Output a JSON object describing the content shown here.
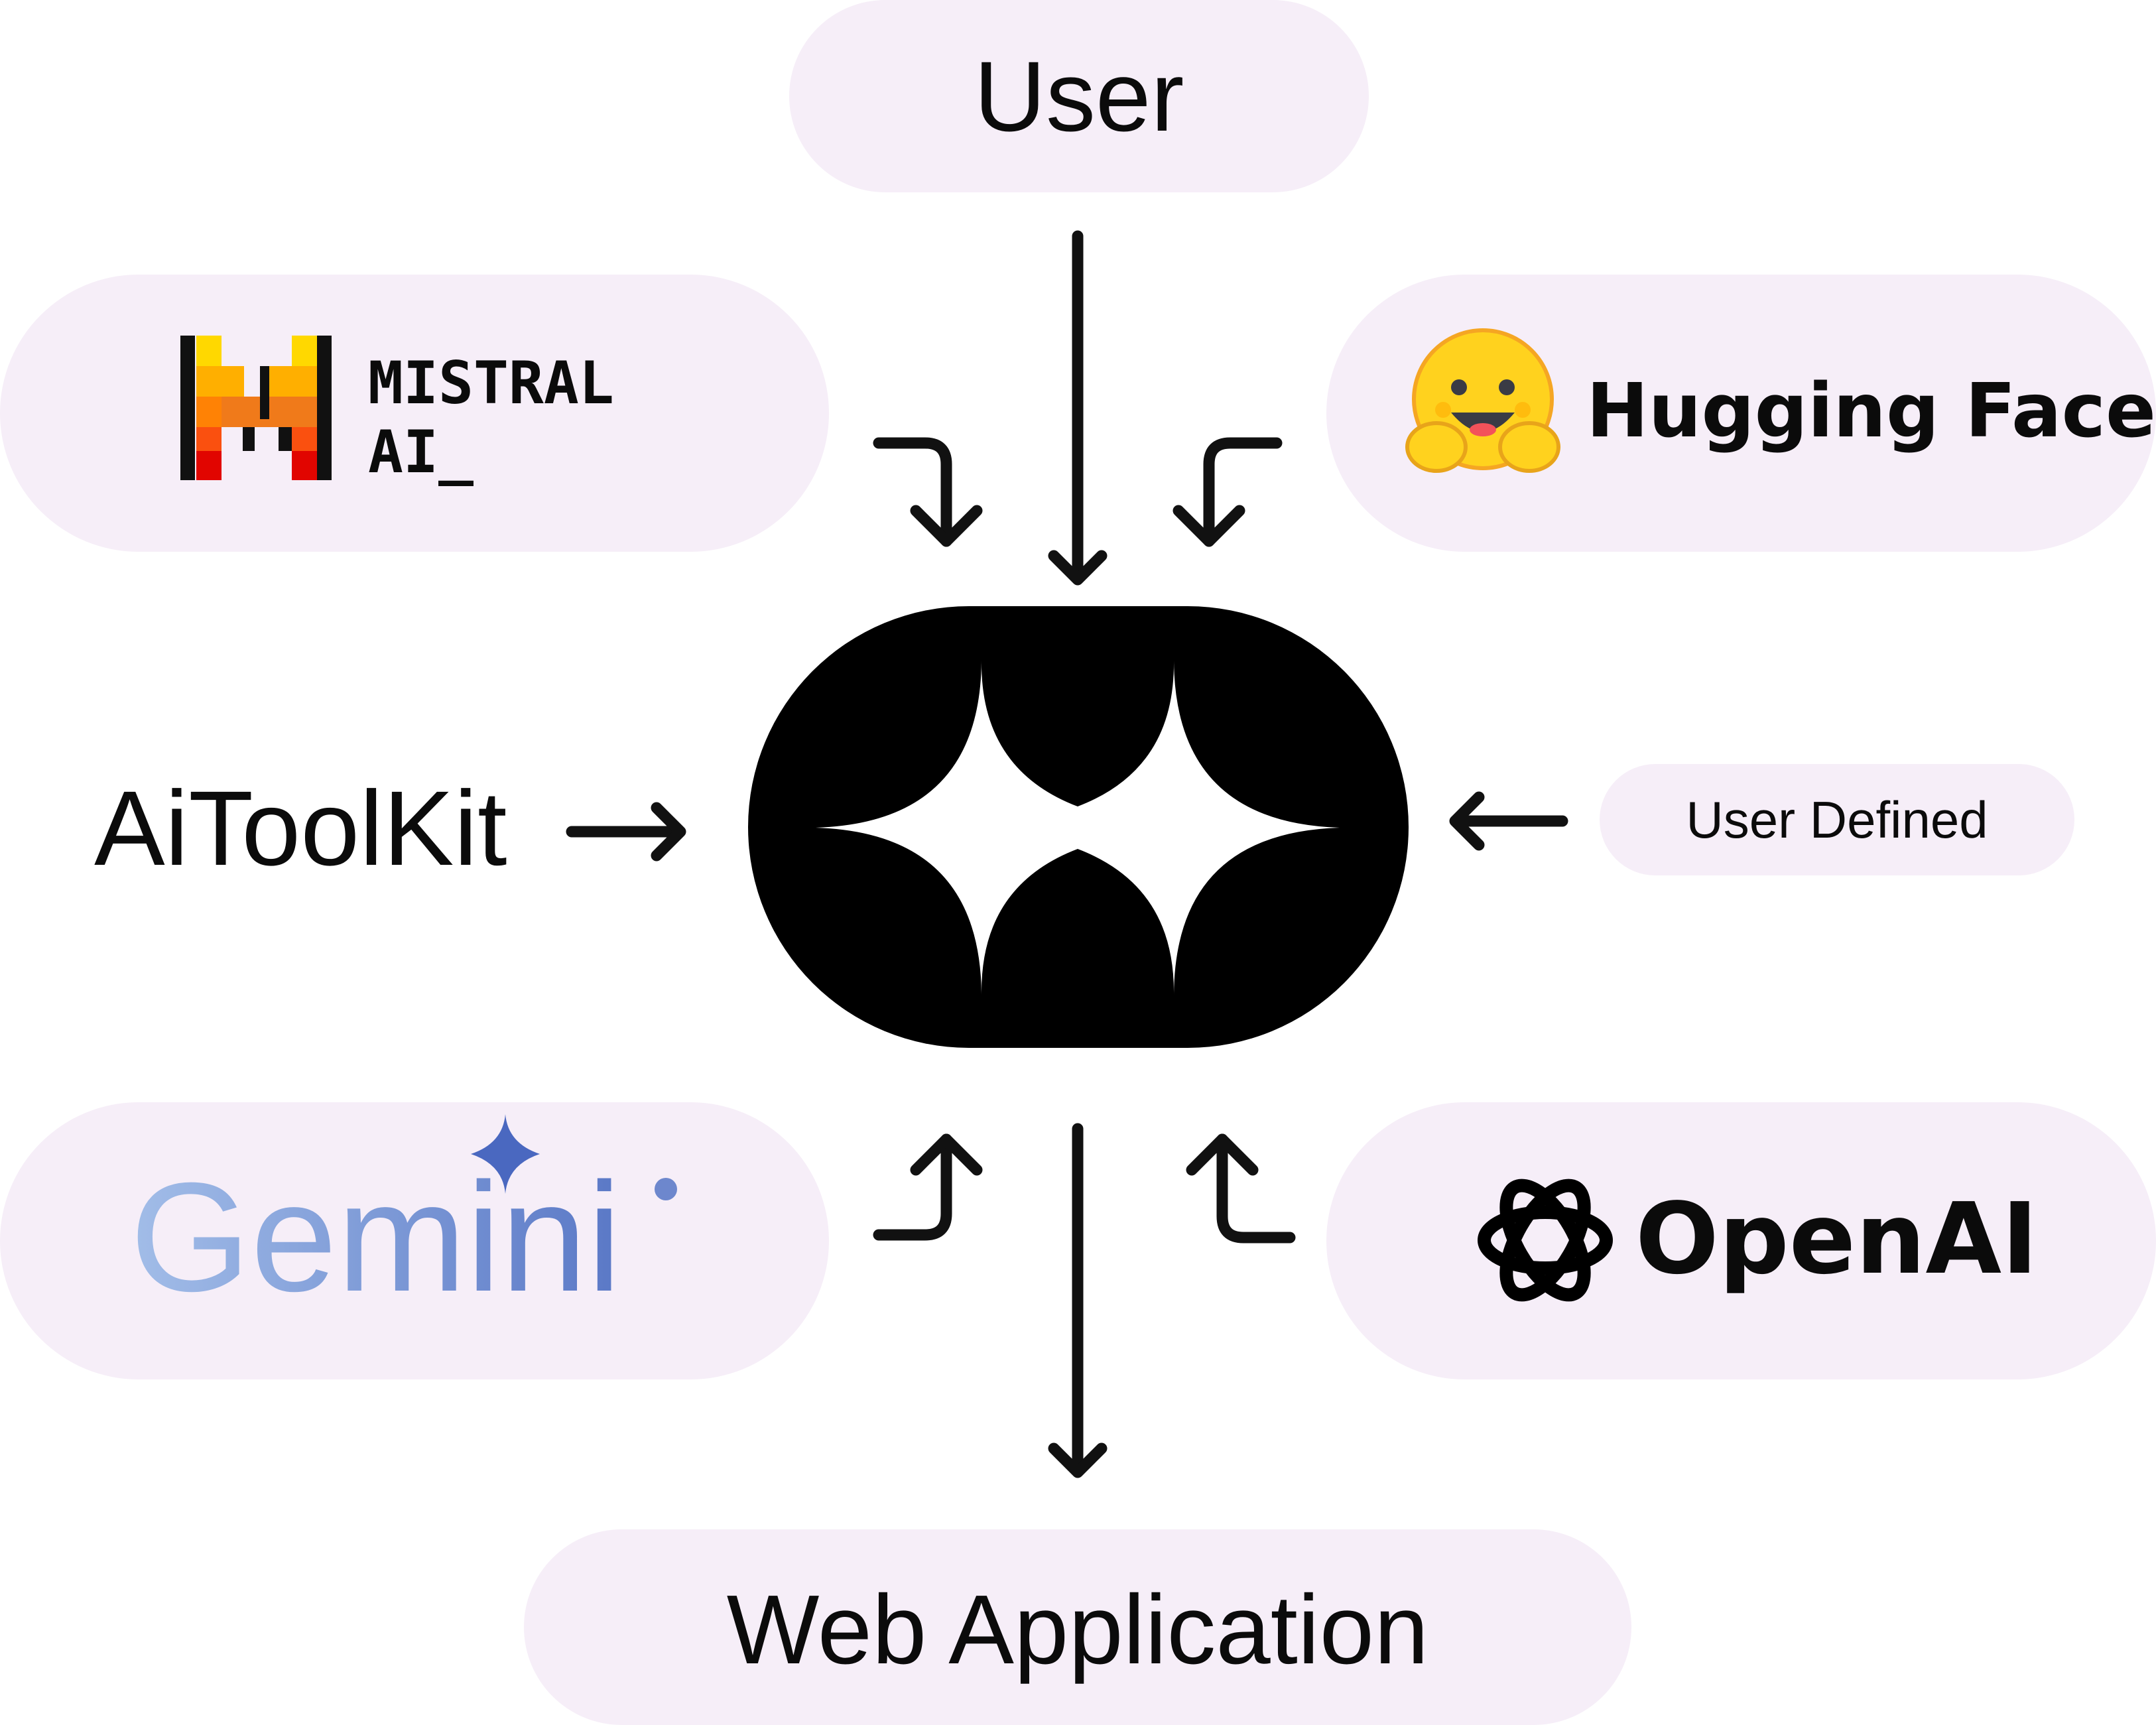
{
  "nodes": {
    "user": "User",
    "mistral": {
      "line1": "MISTRAL",
      "line2": "AI_"
    },
    "hugging_face": "Hugging Face",
    "aitoolkit": "AiToolKit",
    "user_defined": "User Defined",
    "gemini": "Gemini",
    "openai": "OpenAI",
    "web_application": "Web Application"
  },
  "icons": {
    "center": "aitoolkit-sparkle-logo-icon",
    "mistral": "mistral-logo-icon",
    "hugging_face": "hugging-face-emoji-icon",
    "gemini": "gemini-sparkle-icon",
    "openai": "openai-logo-icon"
  },
  "colors": {
    "pill_background": "#f6eef8",
    "core_background": "#000000",
    "arrow": "#111111",
    "gemini_start": "#a2bde8",
    "gemini_end": "#5a78c6",
    "gemini_star": "#4a68c0",
    "hugging_face_yellow": "#ffd21e",
    "mistral_orange": "#f07a1a"
  }
}
